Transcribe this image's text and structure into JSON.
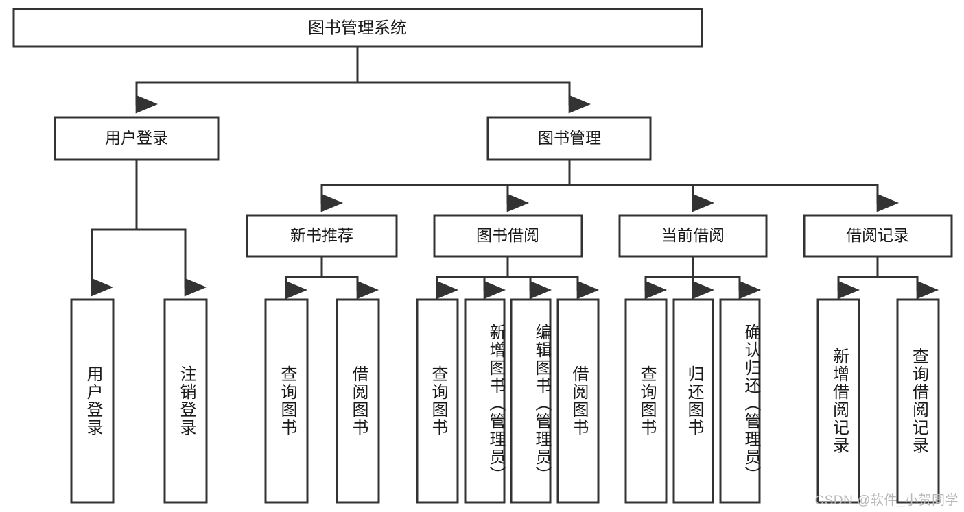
{
  "diagram": {
    "type": "tree",
    "title": "图书管理系统",
    "root": {
      "id": "root",
      "label": "图书管理系统"
    },
    "level2": [
      {
        "id": "user-login",
        "label": "用户登录"
      },
      {
        "id": "book-manage",
        "label": "图书管理"
      }
    ],
    "level3": [
      {
        "id": "new-book-rec",
        "label": "新书推荐",
        "parent": "book-manage"
      },
      {
        "id": "book-borrow",
        "label": "图书借阅",
        "parent": "book-manage"
      },
      {
        "id": "current-borrow",
        "label": "当前借阅",
        "parent": "book-manage"
      },
      {
        "id": "borrow-record",
        "label": "借阅记录",
        "parent": "book-manage"
      }
    ],
    "leaves": {
      "user-login": [
        {
          "id": "leaf-user-login",
          "label": "用户登录"
        },
        {
          "id": "leaf-logout",
          "label": "注销登录"
        }
      ],
      "new-book-rec": [
        {
          "id": "leaf-query-book-1",
          "label": "查询图书"
        },
        {
          "id": "leaf-borrow-book-1",
          "label": "借阅图书"
        }
      ],
      "book-borrow": [
        {
          "id": "leaf-query-book-2",
          "label": "查询图书"
        },
        {
          "id": "leaf-add-book",
          "label": "新增图书（管理员）"
        },
        {
          "id": "leaf-edit-book",
          "label": "编辑图书（管理员）"
        },
        {
          "id": "leaf-borrow-book-2",
          "label": "借阅图书"
        }
      ],
      "current-borrow": [
        {
          "id": "leaf-query-book-3",
          "label": "查询图书"
        },
        {
          "id": "leaf-return-book",
          "label": "归还图书"
        },
        {
          "id": "leaf-confirm-return",
          "label": "确认归还（管理员）"
        }
      ],
      "borrow-record": [
        {
          "id": "leaf-add-record",
          "label": "新增借阅记录"
        },
        {
          "id": "leaf-query-record",
          "label": "查询借阅记录"
        }
      ]
    },
    "colors": {
      "stroke": "#333333",
      "fill": "#ffffff",
      "text": "#1a1a1a",
      "watermark": "#b8b8b8"
    }
  },
  "watermark": {
    "text": "CSDN @软件_小贺同学"
  }
}
